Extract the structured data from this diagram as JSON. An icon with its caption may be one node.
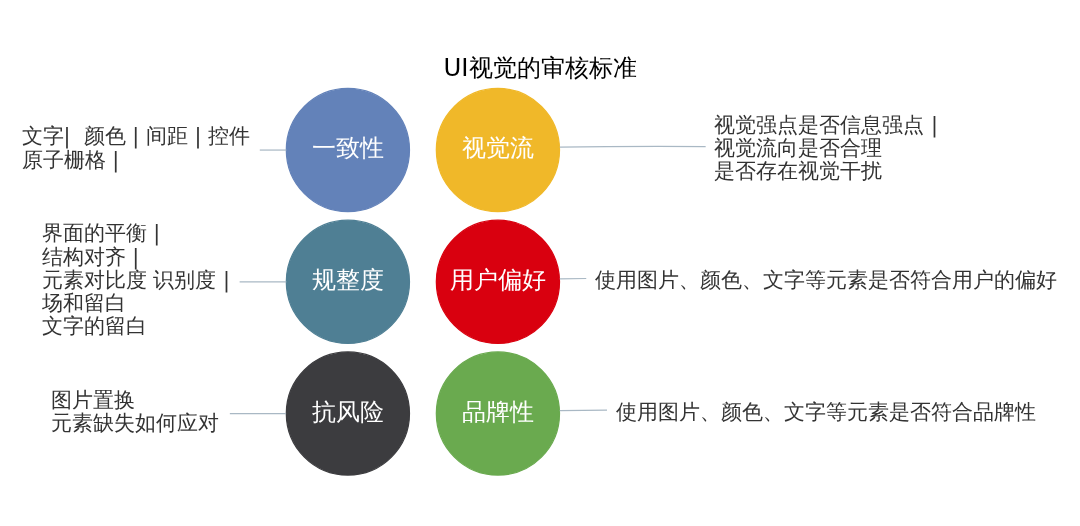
{
  "diagram": {
    "title": "UI视觉的审核标准",
    "nodes": [
      {
        "text": [
          "文字|  颜色 | 间距 | 控件",
          "原子栅格 |"
        ]
      },
      {
        "text": [
          "一致性"
        ]
      },
      {
        "text": [
          "视觉流"
        ]
      },
      {
        "text": [
          "视觉强点是否信息强点 |",
          "视觉流向是否合理",
          "是否存在视觉干扰"
        ]
      },
      {
        "text": [
          "用户偏好"
        ]
      },
      {
        "text": [
          "使用图片、颜色、文字等元素是否符合用户的偏好"
        ]
      },
      {
        "text": [
          "界面的平衡 |",
          "结构对齐 |",
          "元素对比度 识别度 |",
          "场和留白",
          "文字的留白"
        ]
      },
      {
        "text": [
          "规整度"
        ]
      },
      {
        "text": [
          "品牌性"
        ]
      },
      {
        "text": [
          "使用图片、颜色、文字等元素是否符合品牌性"
        ]
      },
      {
        "text": [
          "抗风险"
        ]
      },
      {
        "text": [
          "图片置换",
          "元素缺失如何应对"
        ]
      }
    ],
    "edges": [
      {
        "from": 0,
        "to": 1,
        "arrow": "none"
      },
      {
        "from": 3,
        "to": 2,
        "arrow": "none"
      },
      {
        "from": 5,
        "to": 4,
        "arrow": "none"
      },
      {
        "from": 6,
        "to": 7,
        "arrow": "none"
      },
      {
        "from": 9,
        "to": 8,
        "arrow": "none"
      },
      {
        "from": 11,
        "to": 10,
        "arrow": "none"
      }
    ]
  }
}
